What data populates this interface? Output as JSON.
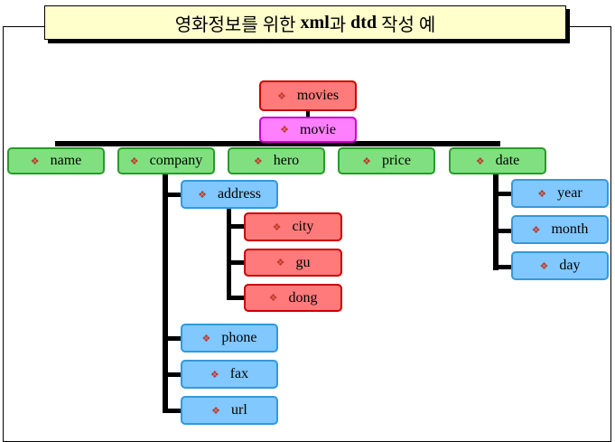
{
  "title": {
    "part1": "영화정보를 위한 ",
    "xml": "xml",
    "part2": "과 ",
    "dtd": "dtd",
    "part3": " 작성 예"
  },
  "nodes": {
    "movies": "movies",
    "movie": "movie",
    "name": "name",
    "company": "company",
    "hero": "hero",
    "price": "price",
    "date": "date",
    "address": "address",
    "city": "city",
    "gu": "gu",
    "dong": "dong",
    "phone": "phone",
    "fax": "fax",
    "url": "url",
    "year": "year",
    "month": "month",
    "day": "day"
  },
  "bullet": "❖"
}
